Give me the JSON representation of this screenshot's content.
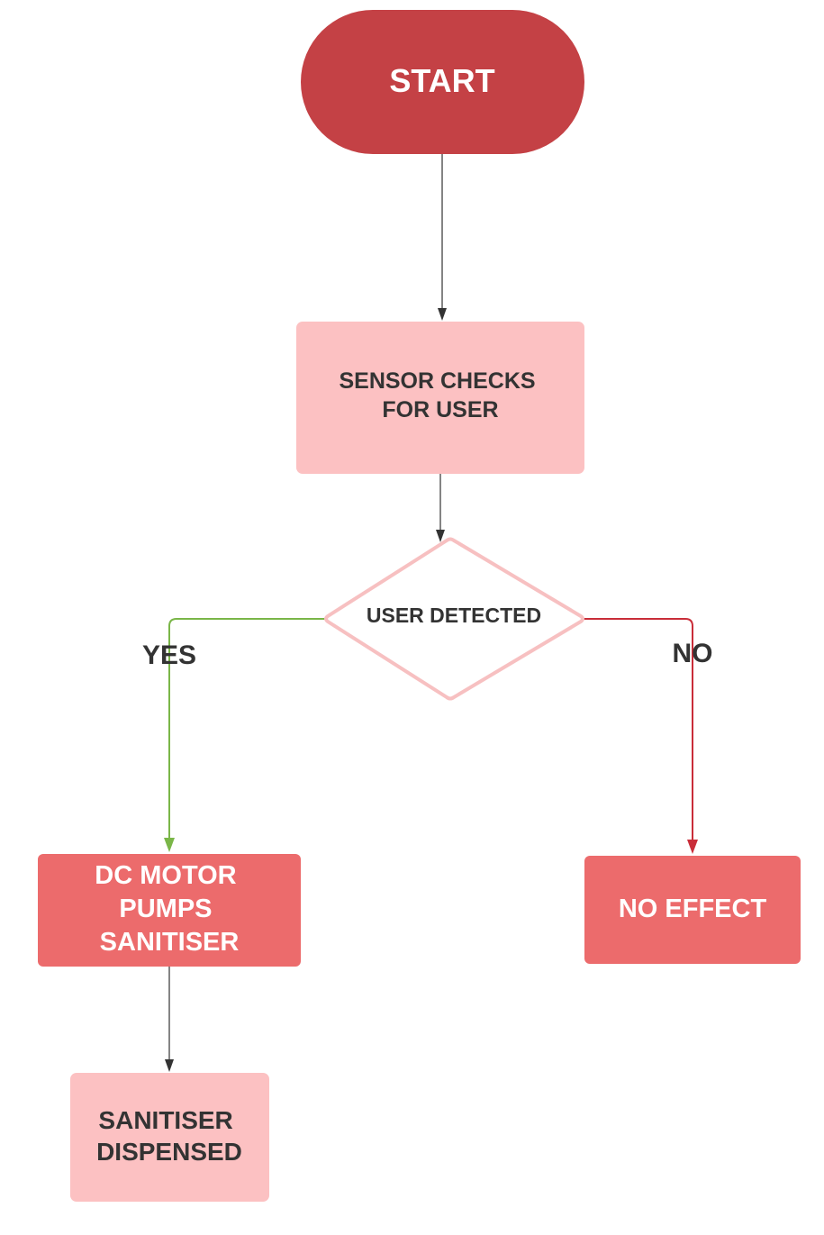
{
  "nodes": {
    "start": {
      "label": "START"
    },
    "sensor": {
      "lines": [
        "SENSOR CHECKS",
        "FOR USER"
      ]
    },
    "decision": {
      "label": "USER DETECTED"
    },
    "motor": {
      "lines": [
        "DC MOTOR",
        "PUMPS",
        "SANITISER"
      ]
    },
    "no_effect": {
      "label": "NO EFFECT"
    },
    "dispensed": {
      "lines": [
        "SANITISER",
        "DISPENSED"
      ]
    }
  },
  "branches": {
    "yes_label": "YES",
    "no_label": "NO"
  },
  "colors": {
    "start_fill": "#c44145",
    "process_light_fill": "#fcc1c2",
    "process_dark_fill": "#ec6b6c",
    "decision_stroke": "#f7c0c1",
    "yes_line": "#7ab648",
    "no_line": "#c92d39",
    "default_line": "#333333",
    "dark_text": "#333333",
    "light_text": "#ffffff"
  }
}
